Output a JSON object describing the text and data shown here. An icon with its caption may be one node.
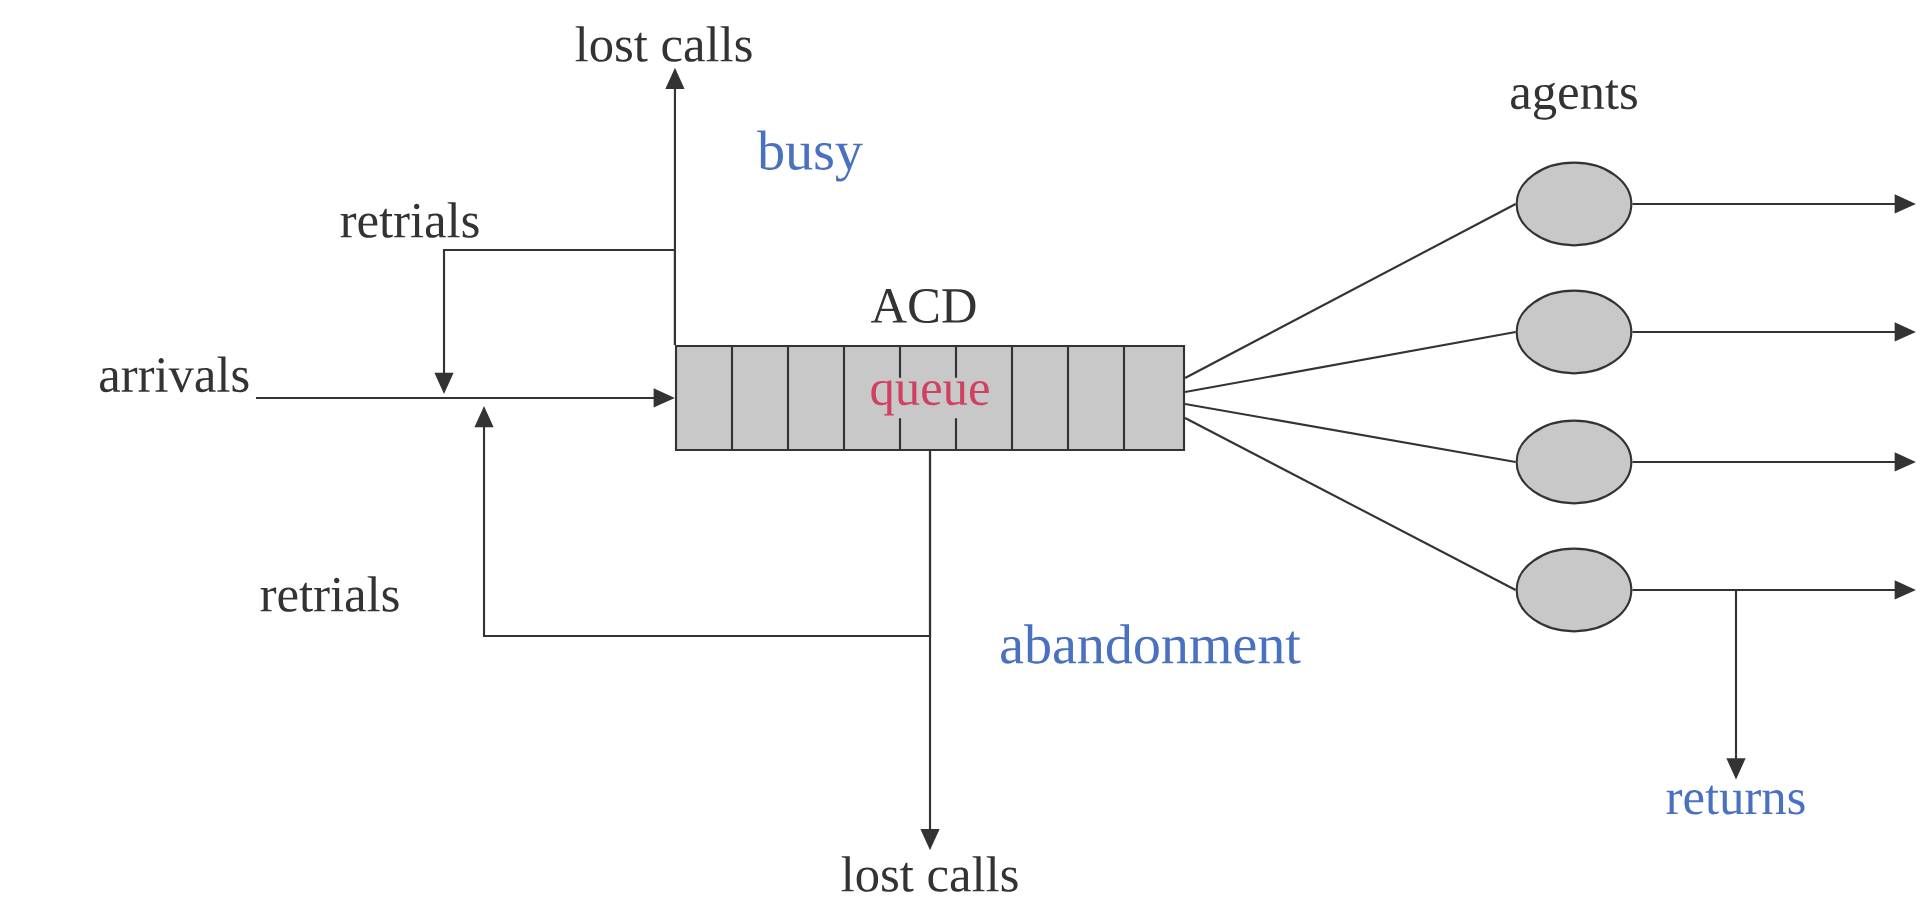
{
  "diagram": {
    "nodes": [
      {
        "text": [
          "arrivals"
        ]
      },
      {
        "text": [
          "ACD",
          "queue"
        ]
      },
      {
        "text": [],
        "shape": "circle"
      },
      {
        "text": [],
        "shape": "circle"
      },
      {
        "text": [],
        "shape": "circle"
      },
      {
        "text": [],
        "shape": "circle"
      },
      {
        "text": [
          "lost calls"
        ]
      },
      {
        "text": [
          "lost calls"
        ]
      },
      {
        "text": [
          "returns"
        ]
      }
    ],
    "edges": [
      {
        "from": 0,
        "to": 1,
        "arrow": "to"
      },
      {
        "from": 1,
        "to": 6,
        "arrow": "to",
        "label": "busy"
      },
      {
        "from": 1,
        "to": null,
        "arrow": "to",
        "label": "retrials"
      },
      {
        "from": 1,
        "to": 7,
        "arrow": "to",
        "label": "abandonment"
      },
      {
        "from": 1,
        "to": null,
        "arrow": "to",
        "label": "retrials"
      },
      {
        "from": 1,
        "to": 2,
        "arrow": "none"
      },
      {
        "from": 1,
        "to": 3,
        "arrow": "none"
      },
      {
        "from": 1,
        "to": 4,
        "arrow": "none"
      },
      {
        "from": 1,
        "to": 5,
        "arrow": "none"
      },
      {
        "from": 2,
        "to": null,
        "arrow": "to"
      },
      {
        "from": 3,
        "to": null,
        "arrow": "to"
      },
      {
        "from": 4,
        "to": null,
        "arrow": "to"
      },
      {
        "from": 5,
        "to": null,
        "arrow": "to"
      },
      {
        "from": 5,
        "to": 8,
        "arrow": "to"
      }
    ],
    "labels": [
      "agents"
    ]
  }
}
